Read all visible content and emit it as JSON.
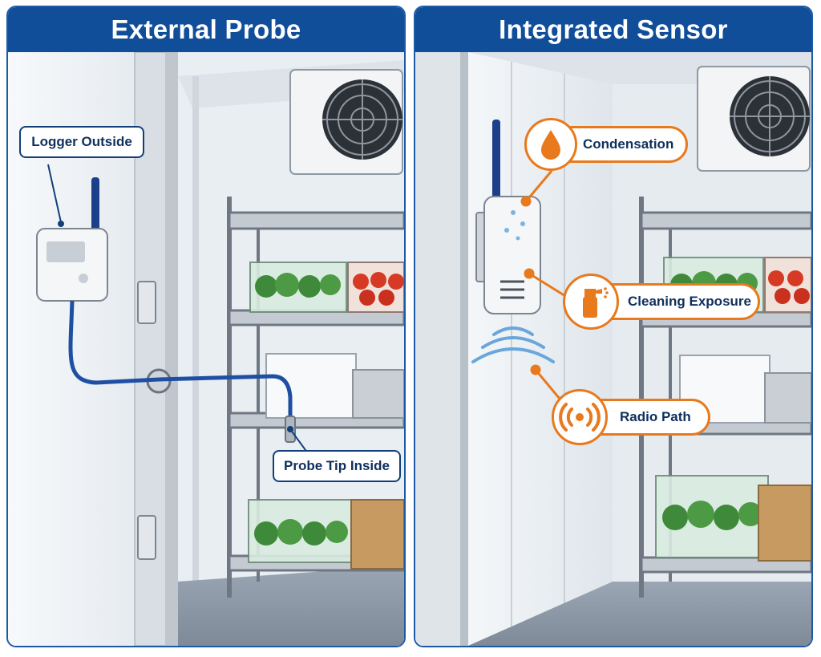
{
  "panels": {
    "left": {
      "title": "External Probe",
      "callouts": {
        "logger": "Logger Outside",
        "probe": "Probe Tip Inside"
      }
    },
    "right": {
      "title": "Integrated Sensor",
      "callouts": {
        "condensation": "Condensation",
        "cleaning": "Cleaning Exposure",
        "radio": "Radio Path"
      }
    }
  },
  "colors": {
    "header_blue": "#114e9a",
    "callout_orange": "#e8791c",
    "cable_blue": "#1f4fa3",
    "text_navy": "#0f2f5c"
  },
  "icons": {
    "condensation": "water-drop-icon",
    "cleaning": "spray-bottle-icon",
    "radio": "radio-wave-icon"
  }
}
